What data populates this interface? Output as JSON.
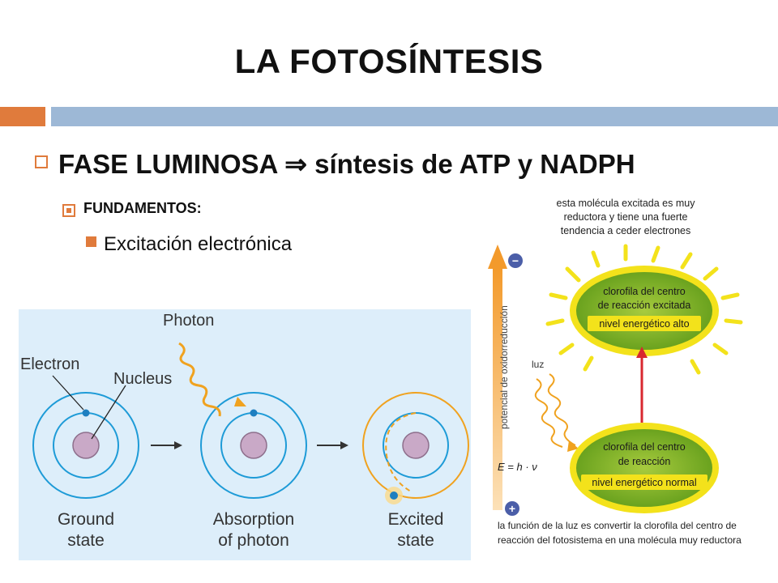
{
  "title": "LA FOTOSÍNTESIS",
  "bullets": {
    "level1": "FASE LUMINOSA ⇒ síntesis de ATP y NADPH",
    "level2": "FUNDAMENTOS:",
    "level3": "Excitación electrónica"
  },
  "colors": {
    "accent_bar": "#E07B3C",
    "main_bar": "#9DB8D6",
    "bullet": "#E07B3C",
    "atom_background": "#DDEEFA",
    "orbit_blue": "#1E9BD7",
    "photon_orange": "#F0A21F",
    "redox_yellow": "#F3E21B",
    "redox_green": "#7DB31E",
    "arrow_red": "#D8282F"
  },
  "atom_diagram": {
    "photon_label": "Photon",
    "electron_label": "Electron",
    "nucleus_label": "Nucleus",
    "stages": [
      {
        "line1": "Ground",
        "line2": "state"
      },
      {
        "line1": "Absorption",
        "line2": "of photon"
      },
      {
        "line1": "Excited",
        "line2": "state"
      }
    ]
  },
  "redox_diagram": {
    "top_note": [
      "esta molécula excitada es muy",
      "reductora y tiene una fuerte",
      "tendencia a ceder electrones"
    ],
    "axis_label": "potencial de oxidorreducción",
    "minus_sign": "−",
    "plus_sign": "+",
    "excited": {
      "line1": "clorofila del centro",
      "line2": "de reacción excitada",
      "level": "nivel energético alto"
    },
    "ground": {
      "line1": "clorofila del centro",
      "line2": "de reacción",
      "level": "nivel energético normal"
    },
    "light_label": "luz",
    "equation": "E = h · ν",
    "bottom_note": [
      "la función de la luz es convertir la clorofila del centro de",
      "reacción del fotosistema en una molécula muy reductora"
    ]
  }
}
